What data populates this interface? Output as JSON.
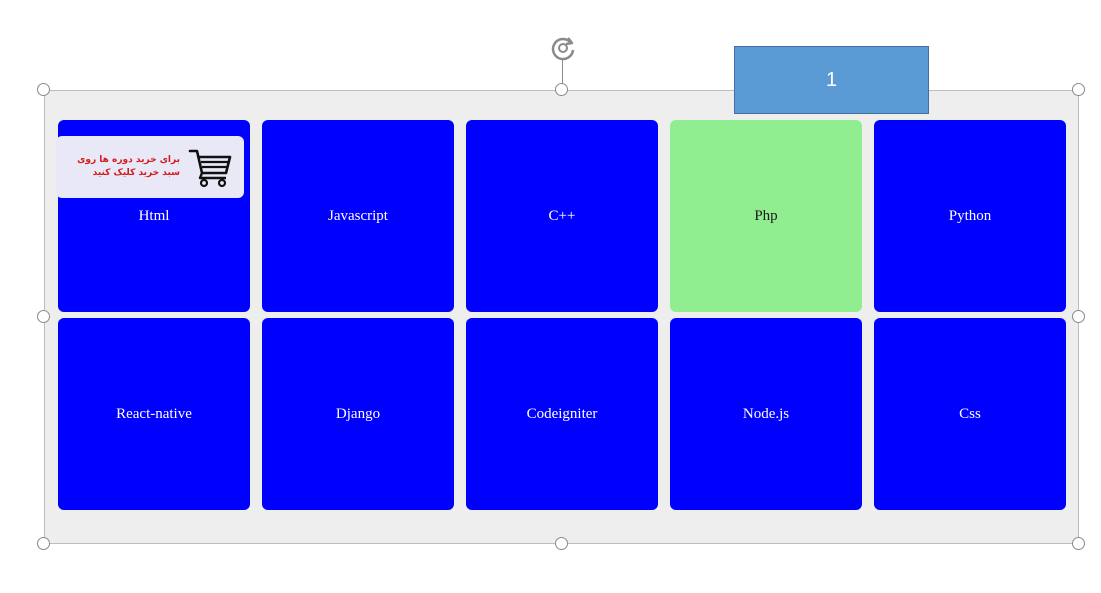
{
  "selection_badge": {
    "label": "1"
  },
  "cart_banner": {
    "text": "برای خرید دوره ها روی سبد خرید کلیک کنید"
  },
  "tiles": [
    {
      "label": "Html"
    },
    {
      "label": "Javascript"
    },
    {
      "label": "C++"
    },
    {
      "label": "Php",
      "active": true
    },
    {
      "label": "Python"
    },
    {
      "label": "React-native"
    },
    {
      "label": "Django"
    },
    {
      "label": "Codeigniter"
    },
    {
      "label": "Node.js"
    },
    {
      "label": "Css"
    }
  ],
  "colors": {
    "tile": "#0000ff",
    "tile_active": "#90ee90",
    "badge": "#5b9bd5",
    "banner_text": "#d61a1a"
  }
}
